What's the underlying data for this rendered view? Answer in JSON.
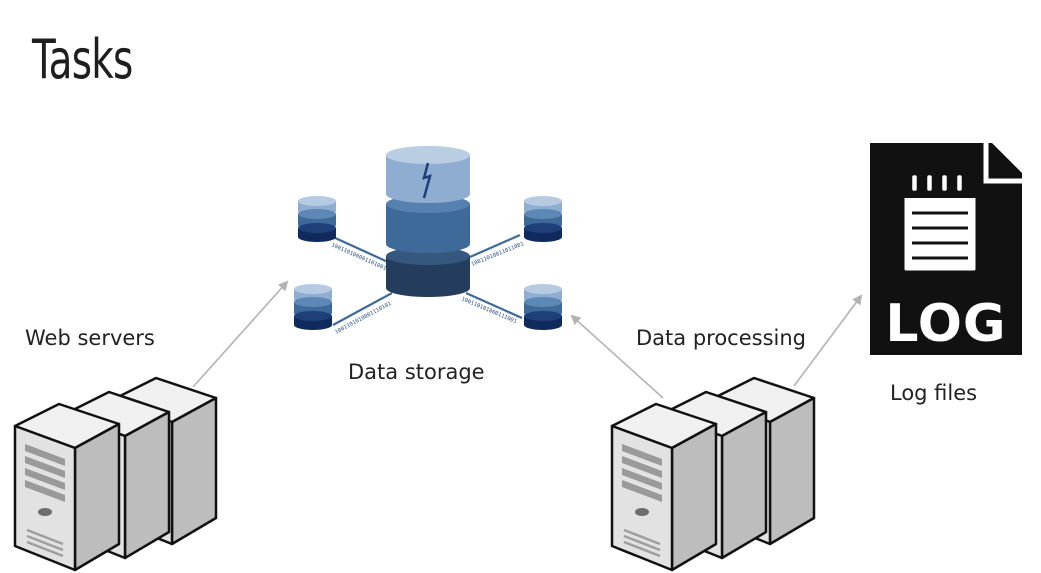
{
  "slide": {
    "title": "Tasks"
  },
  "nodes": {
    "web_servers": {
      "label": "Web servers"
    },
    "data_storage": {
      "label": "Data storage"
    },
    "data_processing": {
      "label": "Data processing"
    },
    "log_files": {
      "label": "Log files",
      "badge": "LOG"
    }
  },
  "links": {
    "binary_a": "100110100001101001",
    "binary_b": "1001101010001110101",
    "binary_c": "10011010011011001",
    "binary_d": "100110101000111001"
  },
  "colors": {
    "db_light": "#8fadd0",
    "db_mid": "#3e6a9a",
    "db_dark": "#243d5c",
    "db_navy": "#102a5e",
    "server_body": "#d9d9d9",
    "arrow": "#b3b3b3"
  }
}
